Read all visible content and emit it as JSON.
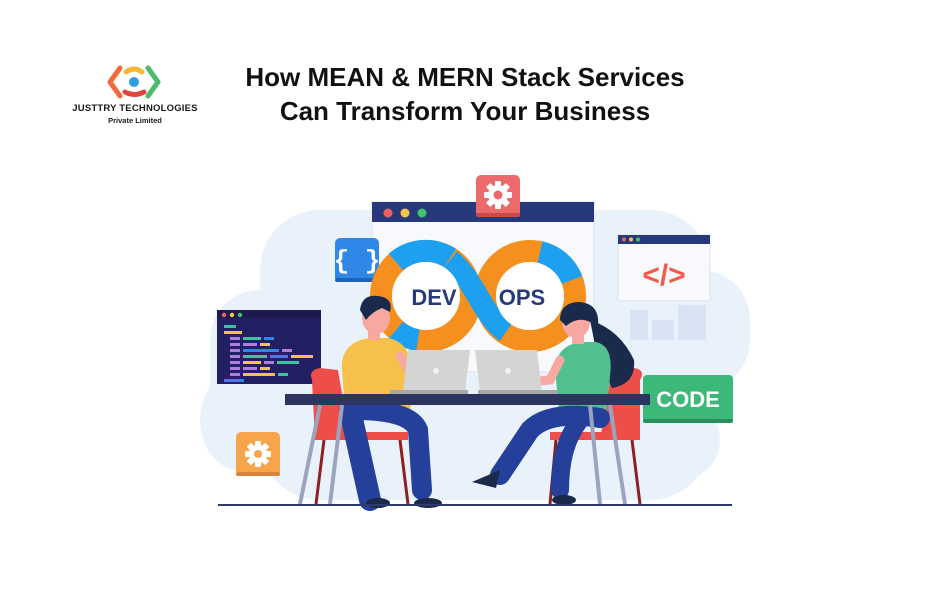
{
  "logo": {
    "company_name": "JUSTTRY TECHNOLOGIES",
    "tagline": "Private Limited",
    "colors": [
      "#f26b3a",
      "#f7b731",
      "#4cbb6c",
      "#2f9de0",
      "#e0443a"
    ]
  },
  "header": {
    "title_line1": "How MEAN & MERN Stack Services",
    "title_line2": "Can Transform Your Business"
  },
  "illustration": {
    "center_sign": {
      "left": "DEV",
      "right": "OPS"
    },
    "code_badge": "CODE",
    "code_tag": "</>",
    "braces": "{ }",
    "icons": [
      "gear-icon-red",
      "braces-icon",
      "code-tag-icon",
      "code-editor-window",
      "code-badge",
      "gear-icon-orange",
      "laptop-icon",
      "laptop-icon"
    ],
    "colors": {
      "navy": "#27397a",
      "orange": "#f5901e",
      "blue": "#1ea0f0",
      "green": "#3cb878",
      "red": "#ee5e5e",
      "bg_blob": "#e9f1fb"
    }
  }
}
